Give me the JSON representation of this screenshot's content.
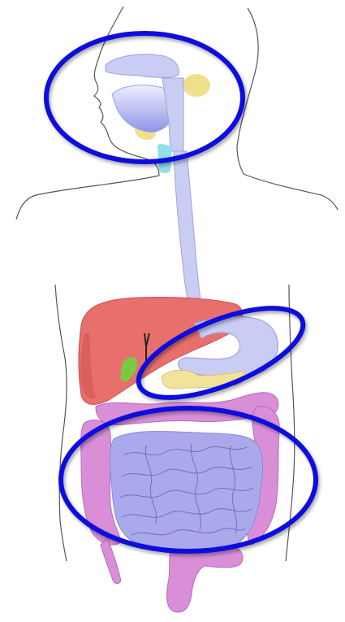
{
  "diagram": {
    "colors": {
      "outline": "#555555",
      "tract": "#c9cdf4",
      "tract_edge": "#9ea3dc",
      "liver": "#e8706c",
      "liver_dark": "#c9504e",
      "gallbladder": "#7ac943",
      "pancreas": "#f1e49a",
      "salivary_gland": "#f0e08c",
      "trachea": "#8fe0e8",
      "small_intestine": "#a9a9ec",
      "colon": "#d88fd8",
      "colon_dark": "#b86ab8",
      "highlight_ring": "#1010dd"
    },
    "highlights": [
      "mouth-and-pharynx",
      "stomach",
      "intestines"
    ]
  }
}
